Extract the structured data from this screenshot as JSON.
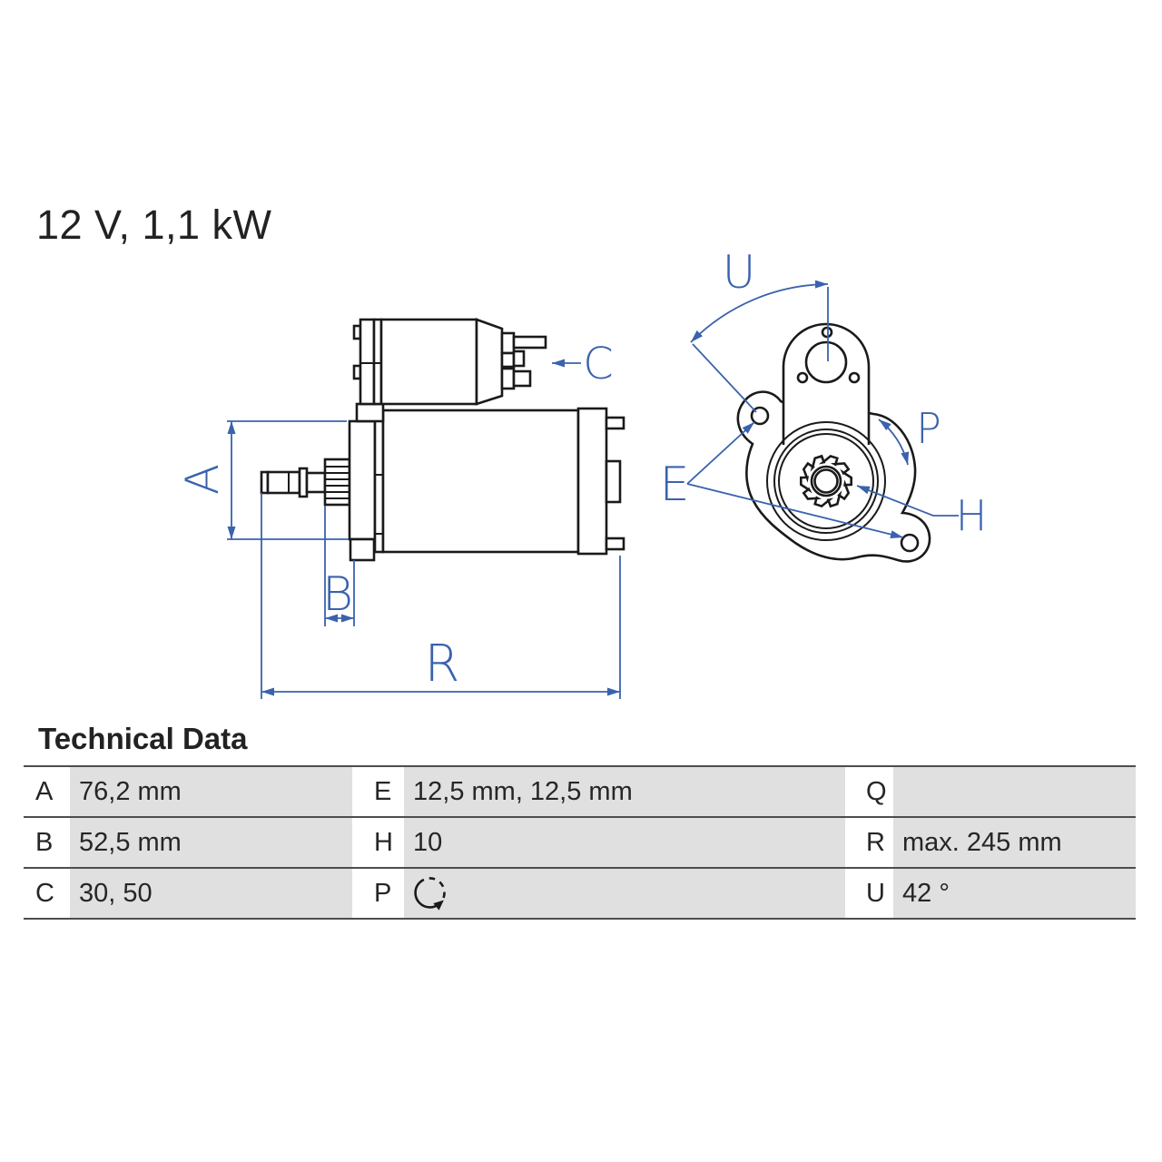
{
  "page": {
    "title": "12 V, 1,1 kW"
  },
  "drawing": {
    "labels": {
      "a": "A",
      "b": "B",
      "c": "C",
      "e": "E",
      "h": "H",
      "p": "P",
      "u": "U",
      "r": "R"
    },
    "line_color": "#1a1a1a",
    "dimension_color": "#3a62ad"
  },
  "table": {
    "title": "Technical Data",
    "grid_color": "#4d4d4d",
    "cell_color": "#e0e0e0",
    "rows": [
      {
        "col1": {
          "label": "A",
          "value": "76,2 mm"
        },
        "col2": {
          "label": "E",
          "value": "12,5 mm, 12,5 mm"
        },
        "col3": {
          "label": "Q",
          "value": ""
        }
      },
      {
        "col1": {
          "label": "B",
          "value": "52,5 mm"
        },
        "col2": {
          "label": "H",
          "value": "10"
        },
        "col3": {
          "label": "R",
          "value": "max. 245 mm"
        }
      },
      {
        "col1": {
          "label": "C",
          "value": "30, 50"
        },
        "col2": {
          "label": "P",
          "value": "",
          "icon": "rotation-direction-icon"
        },
        "col3": {
          "label": "U",
          "value": "42 °"
        }
      }
    ]
  }
}
